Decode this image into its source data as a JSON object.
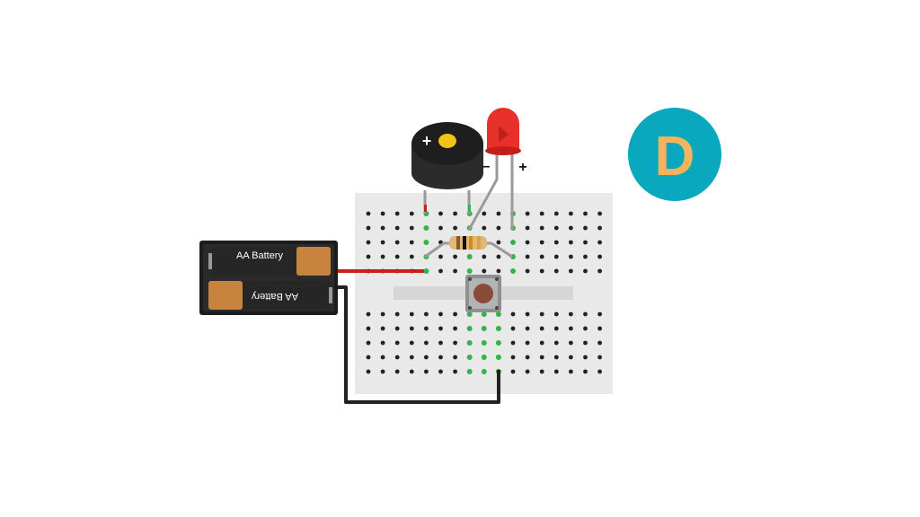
{
  "badge": {
    "letter": "D",
    "bg_color": "#0aa8be",
    "letter_color": "#f4b45a"
  },
  "battery_pack": {
    "cells": [
      {
        "label": "AA Battery",
        "orientation": "normal"
      },
      {
        "label": "AA Battery",
        "orientation": "flipped"
      }
    ]
  },
  "buzzer": {
    "polarity_label": "+"
  },
  "led": {
    "color": "#e8302a",
    "cathode_label": "–",
    "anode_label": "+"
  },
  "resistor": {
    "bands": [
      "#8a5a2b",
      "#111111",
      "#c8901a",
      "#d4a64a"
    ]
  },
  "push_button": {
    "cap_color": "#8a4b3a"
  },
  "wires": {
    "positive_color": "#c8201a",
    "negative_color": "#222222"
  },
  "breadboard": {
    "color": "#e9e9e9",
    "active_hole_color": "#35b34a"
  },
  "icons": [
    "breadboard",
    "battery-pack",
    "buzzer",
    "led",
    "resistor",
    "push-button"
  ]
}
